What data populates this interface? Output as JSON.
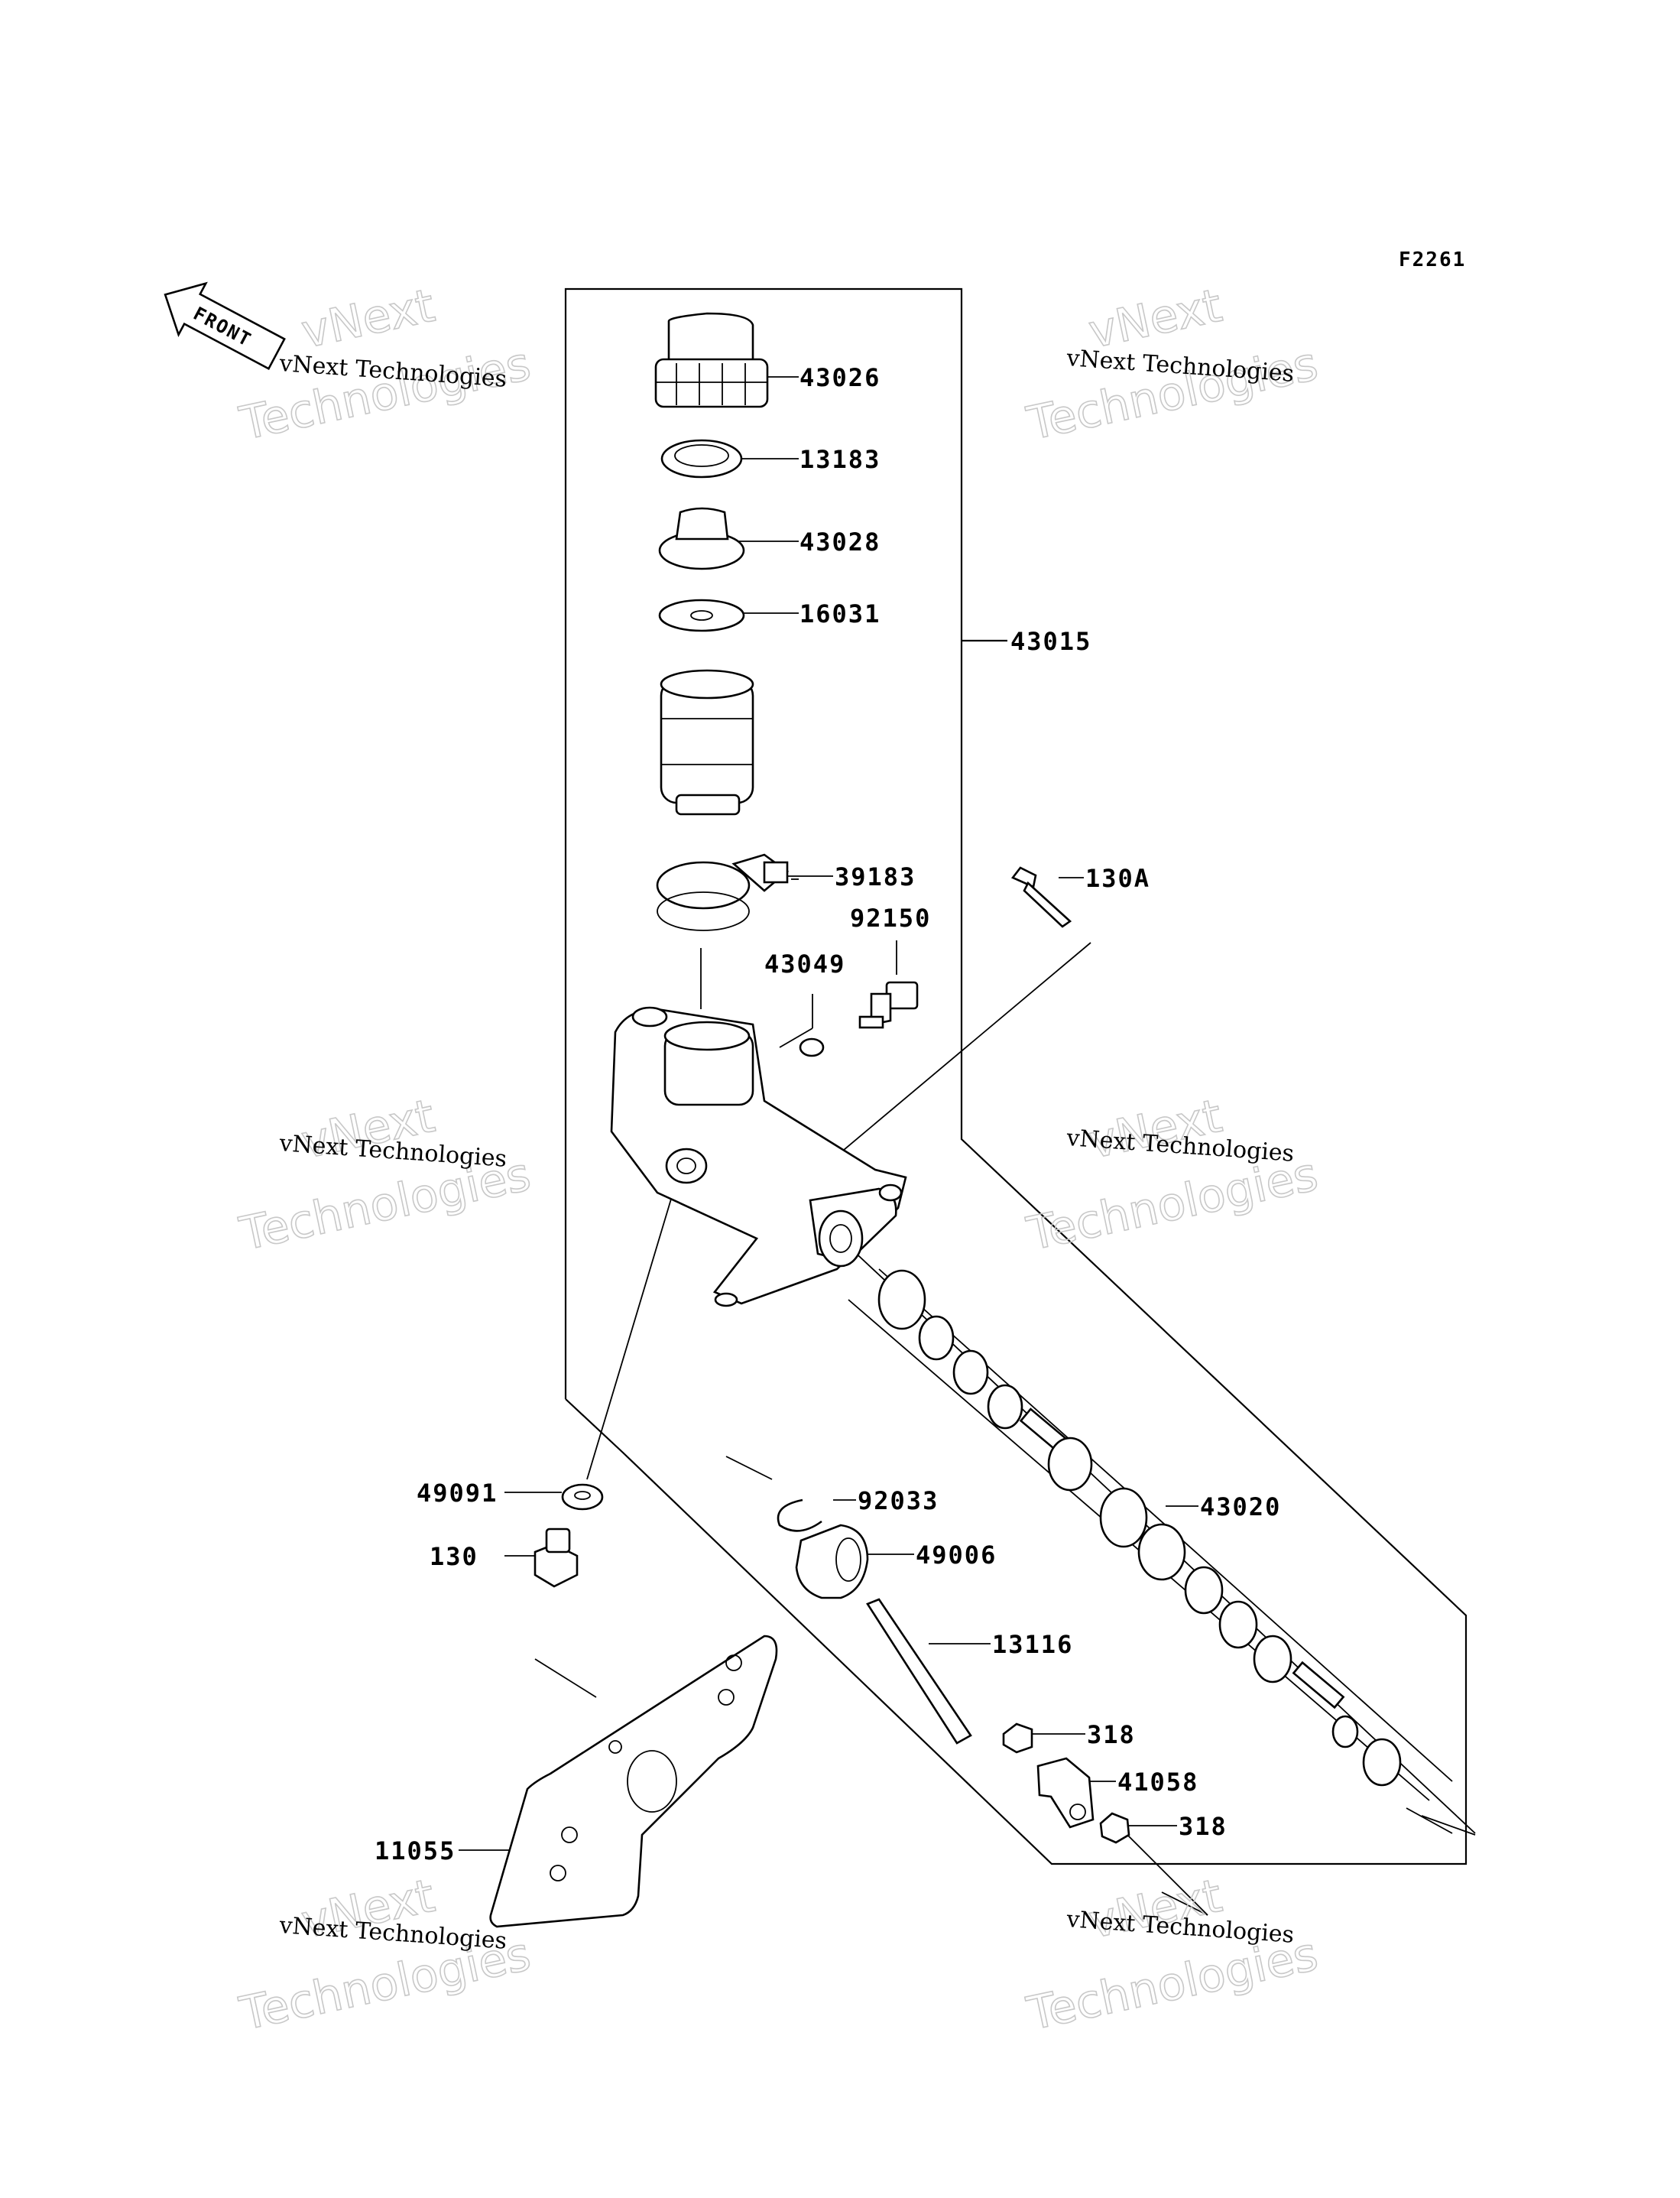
{
  "figure_ref": "F2261",
  "front_label": "FRONT",
  "watermark": {
    "line1": "vNext",
    "line2": "vNext Technologies",
    "line3": "Technologies"
  },
  "part_labels": {
    "p43026": "43026",
    "p13183": "13183",
    "p43028": "43028",
    "p16031": "16031",
    "p43015": "43015",
    "p39183": "39183",
    "p130A": "130A",
    "p92150": "92150",
    "p43049": "43049",
    "p43020": "43020",
    "p49091": "49091",
    "p92033": "92033",
    "p130": "130",
    "p49006": "49006",
    "p13116": "13116",
    "p318a": "318",
    "p41058": "41058",
    "p318b": "318",
    "p11055": "11055"
  }
}
